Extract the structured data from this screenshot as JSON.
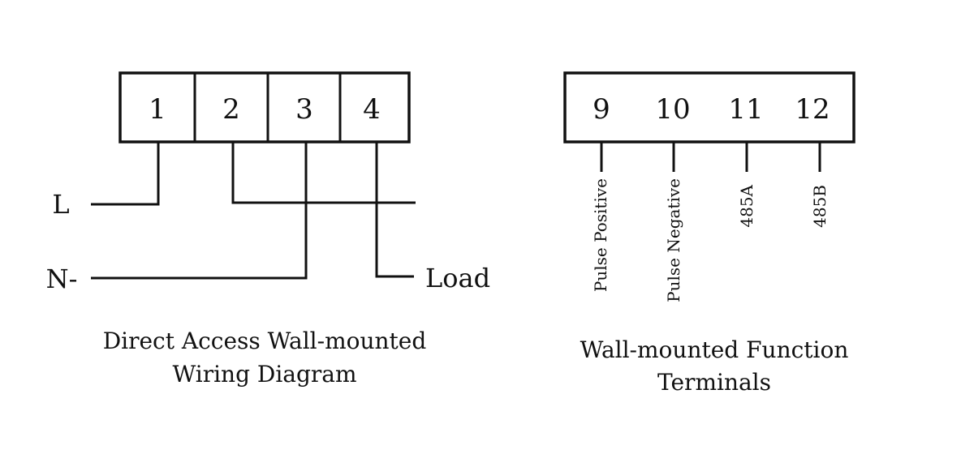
{
  "left_diagram": {
    "terminals": [
      "1",
      "2",
      "3",
      "4"
    ],
    "labels": {
      "line": "L",
      "neutral": "N-",
      "load": "Load"
    },
    "caption": [
      "Direct Access Wall-mounted",
      "Wiring Diagram"
    ]
  },
  "right_diagram": {
    "terminals": [
      "9",
      "10",
      "11",
      "12"
    ],
    "functions": [
      "Pulse Positive",
      "Pulse Negative",
      "485A",
      "485B"
    ],
    "caption": [
      "Wall-mounted Function",
      "Terminals"
    ]
  }
}
